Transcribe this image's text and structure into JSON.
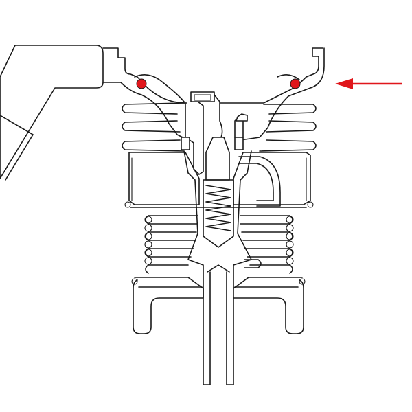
{
  "diagram": {
    "colors": {
      "line": "#1a1a1a",
      "background": "#ffffff",
      "highlight": "#e0161b"
    },
    "markers": [
      {
        "name": "o-ring-left",
        "color": "#e0161b"
      },
      {
        "name": "o-ring-right",
        "color": "#e0161b"
      }
    ],
    "pointer": {
      "name": "arrow-pointer",
      "direction": "left",
      "color": "#e0161b"
    }
  }
}
